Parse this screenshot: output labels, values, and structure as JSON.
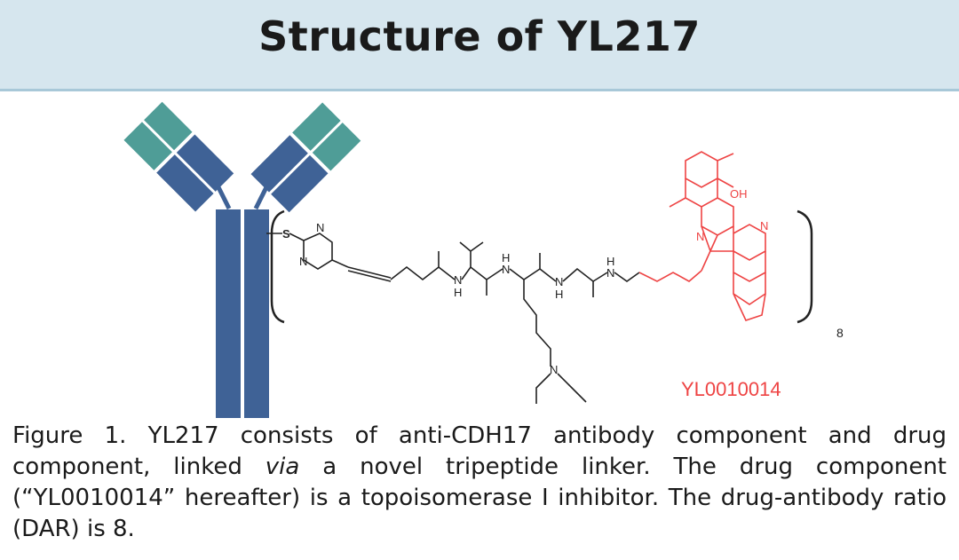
{
  "title": "Structure of YL217",
  "diagram": {
    "drug_label": "YL0010014",
    "dar_subscript": "8",
    "atoms": {
      "sulfur": "S",
      "pyrimidine_n_top": "N",
      "pyrimidine_n_bottom": "N",
      "valine_nh": "N",
      "valine_h": "H",
      "lysine_nh": "N",
      "lysine_h": "H",
      "glycine_nh": "N",
      "glycine_h": "H",
      "glycine_nh2": "N",
      "glycine_h2": "H",
      "amine_n": "N",
      "ring_n_a": "N",
      "ring_n_b": "N",
      "hydroxyl": "OH"
    },
    "colors": {
      "antibody_fab_tip": "#4f9d97",
      "antibody_body": "#3f6296",
      "drug": "#ee4444",
      "linker": "#222222"
    }
  },
  "caption": {
    "part1": "Figure 1. YL217 consists of anti-CDH17 antibody component and drug component, linked ",
    "via": "via",
    "part2": " a novel tripeptide linker. The drug component (“YL0010014” hereafter) is a topoisomerase I inhibitor. The drug-antibody ratio (DAR) is 8."
  }
}
